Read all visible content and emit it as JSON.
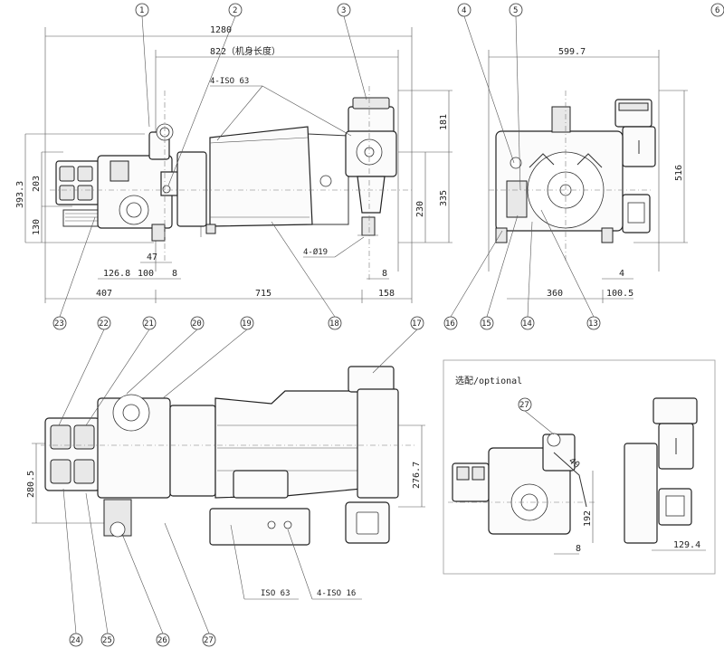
{
  "callouts": {
    "c1": "1",
    "c2": "2",
    "c3": "3",
    "c4": "4",
    "c5": "5",
    "c6": "6",
    "c13": "13",
    "c14": "14",
    "c15": "15",
    "c16": "16",
    "c17": "17",
    "c18": "18",
    "c19": "19",
    "c20": "20",
    "c21": "21",
    "c22": "22",
    "c23": "23",
    "c24": "24",
    "c25": "25",
    "c26": "26",
    "c27": "27",
    "c27b": "27"
  },
  "dims": {
    "d1280": "1280",
    "d822": "822（机身长度）",
    "d599": "599.7",
    "iso63top": "4-ISO 63",
    "d181": "181",
    "d516": "516",
    "d393": "393.3",
    "d203": "203",
    "d130": "130",
    "d192": "192",
    "d230": "230",
    "d335": "335",
    "d47": "47",
    "d126": "126.8",
    "d100": "100",
    "d8a": "8",
    "d407": "407",
    "d715": "715",
    "d158": "158",
    "d8b": "8",
    "hole": "4-Ø19",
    "d4": "4",
    "d360": "360",
    "d100_5": "100.5",
    "d280": "280.5",
    "d276": "276.7",
    "iso63": "ISO 63",
    "iso16": "4-ISO 16",
    "d40": "40",
    "d192b": "192",
    "d8c": "8",
    "d129": "129.4"
  },
  "optional_title": "选配/optional"
}
